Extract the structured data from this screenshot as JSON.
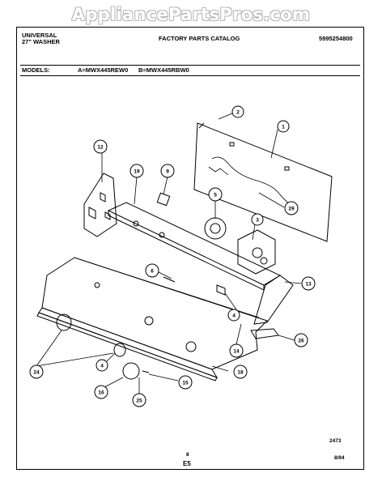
{
  "watermark": "AppliancePartsPros.com",
  "header": {
    "brand_line1": "UNIVERSAL",
    "brand_line2": "27\" WASHER",
    "catalog": "FACTORY PARTS CATALOG",
    "part_number": "5995254800",
    "models_label": "MODELS:",
    "model_a": "A=MWX445REW0",
    "model_b": "B=MWX445RBW0"
  },
  "callouts": [
    "1",
    "2",
    "3",
    "4",
    "5",
    "6",
    "9",
    "12",
    "13",
    "14",
    "15",
    "16",
    "18",
    "19",
    "24",
    "25",
    "26",
    "29",
    "4"
  ],
  "footer": {
    "drawing_code": "2473",
    "page": "8",
    "section": "E5",
    "date": "8/94"
  }
}
